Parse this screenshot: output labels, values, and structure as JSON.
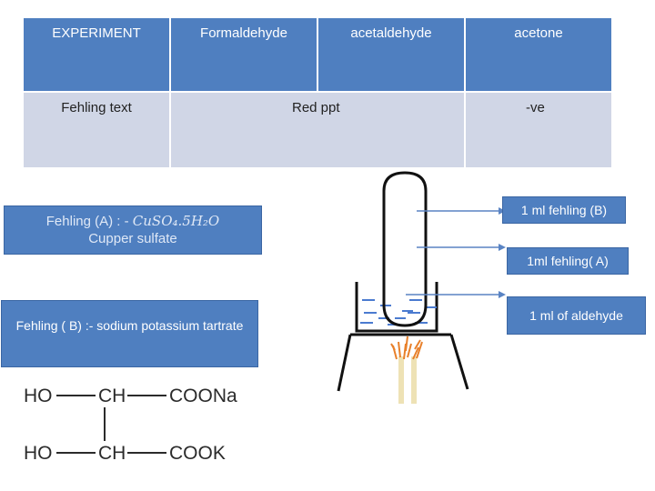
{
  "table": {
    "headers": [
      "EXPERIMENT",
      "Formaldehyde",
      "acetaldehyde",
      "acetone"
    ],
    "row": [
      "Fehling text",
      "Red ppt",
      "",
      "-ve"
    ]
  },
  "fehling_a": {
    "label": "Fehling (A) : -",
    "formula": "CuSO₄.5H₂O",
    "name": "Cupper sulfate"
  },
  "fehling_b": {
    "text": "Fehling ( B) :- sodium potassium tartrate"
  },
  "structure": {
    "top": [
      "HO",
      "CH",
      "COONa"
    ],
    "bottom": [
      "HO",
      "CH",
      "COOK"
    ]
  },
  "apparatus_labels": {
    "b": "1 ml fehling (B)",
    "a": "1ml fehling( A)",
    "aldehyde": "1 ml of aldehyde"
  },
  "colors": {
    "box_blue": "#4f7fc0",
    "row_gray": "#d0d6e6",
    "flame": "#e8802a",
    "water": "#4b7bd0"
  }
}
